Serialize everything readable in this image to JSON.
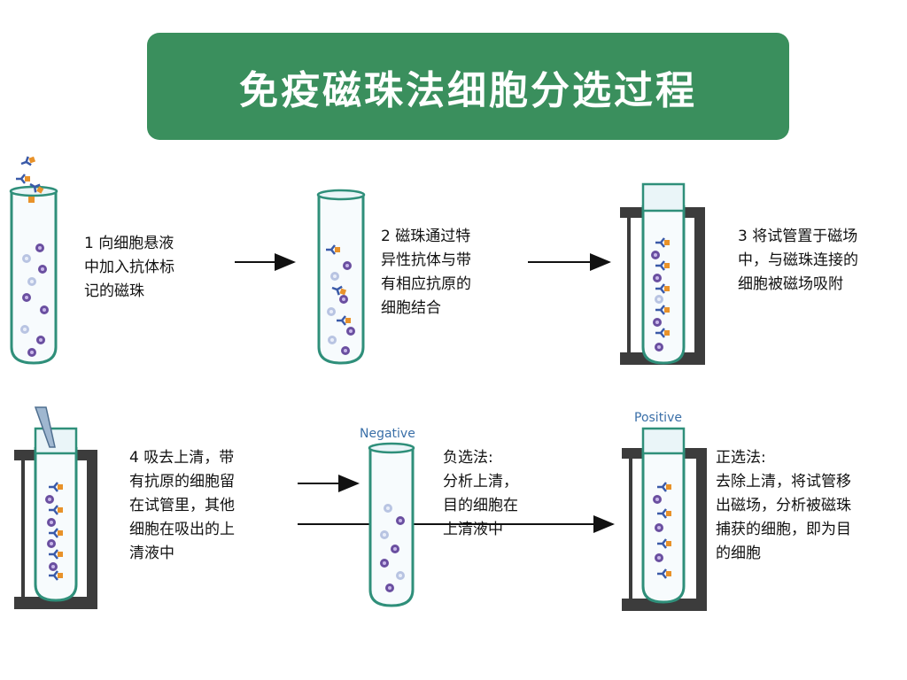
{
  "title": "免疫磁珠法细胞分选过程",
  "steps": {
    "step1": "1  向细胞悬液\n中加入抗体标\n记的磁珠",
    "step2": "2  磁珠通过特\n异性抗体与带\n有相应抗原的\n细胞结合",
    "step3": "3  将试管置于磁场\n中，与磁珠连接的\n细胞被磁场吸附",
    "step4": "4  吸去上清，带\n有抗原的细胞留\n在试管里，其他\n细胞在吸出的上\n清液中",
    "negative": "负选法:\n分析上清，\n目的细胞在\n上清液中",
    "positive": "正选法:\n去除上清，将试管移\n出磁场，分析被磁珠\n捕获的细胞，即为目\n的细胞"
  },
  "tube_labels": {
    "negative": "Negative",
    "positive": "Positive"
  },
  "colors": {
    "title_bg": "#3a8f5d",
    "magnet_stand": "#3c3c3c",
    "tube_outline": "#2f8f7a",
    "bead": "#e8922a",
    "antibody": "#3a5aa8",
    "cell": "#6a4fa0"
  }
}
